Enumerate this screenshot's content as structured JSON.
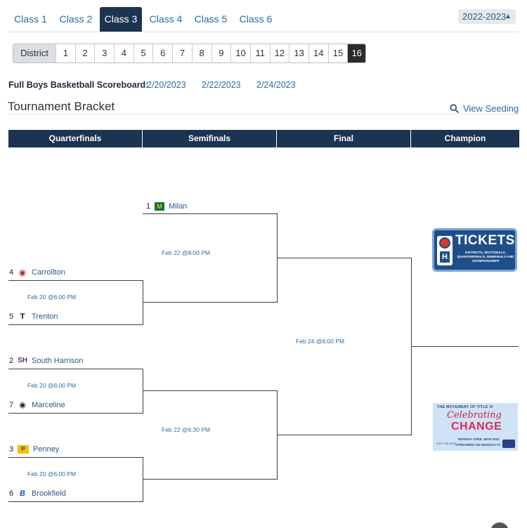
{
  "class_tabs": [
    {
      "label": "Class 1",
      "active": false
    },
    {
      "label": "Class 2",
      "active": false
    },
    {
      "label": "Class 3",
      "active": true
    },
    {
      "label": "Class 4",
      "active": false
    },
    {
      "label": "Class 5",
      "active": false
    },
    {
      "label": "Class 6",
      "active": false
    }
  ],
  "season": {
    "selected": "2022-2023"
  },
  "pager": {
    "district_label": "District",
    "pages": [
      "1",
      "2",
      "3",
      "4",
      "5",
      "6",
      "7",
      "8",
      "9",
      "10",
      "11",
      "12",
      "13",
      "14",
      "15",
      "16"
    ],
    "active_page": "16"
  },
  "scoreboard": {
    "label": "Full Boys Basketball Scoreboard:",
    "dates": [
      "2/20/2023",
      "2/22/2023",
      "2/24/2023"
    ]
  },
  "bracket": {
    "title": "Tournament Bracket",
    "view_seeding": "View Seeding",
    "rounds": [
      "Quarterfinals",
      "Semifinals",
      "Final",
      "Champion"
    ],
    "teams": {
      "milan": {
        "seed": "1",
        "name": "Milan"
      },
      "carrollton": {
        "seed": "4",
        "name": "Carrollton"
      },
      "trenton": {
        "seed": "5",
        "name": "Trenton"
      },
      "south_harrison": {
        "seed": "2",
        "name": "South Harrison"
      },
      "marceline": {
        "seed": "7",
        "name": "Marceline"
      },
      "penney": {
        "seed": "3",
        "name": "Penney"
      },
      "brookfield": {
        "seed": "6",
        "name": "Brookfield"
      }
    },
    "games": {
      "qf1": "Feb 20 @6:00 PM",
      "qf2": "Feb 20 @6:00 PM",
      "qf3": "Feb 20 @6:00 PM",
      "sf1": "Feb 22 @8:00 PM",
      "sf2": "Feb 22 @6:30 PM",
      "final": "Feb 24 @6:00 PM"
    }
  },
  "ads": {
    "tickets": {
      "headline": "TICKETS",
      "sub": "DISTRICTS, SECTIONALS, QUARTERFINALS, SEMIFINALS AND CHAMPIONSHIPS",
      "badge_letter": "H"
    },
    "change": {
      "line1": "THE MOVEMENT OF TITLE IX",
      "line2": "Celebrating",
      "line3": "CHANGE",
      "line4": "MONDAY APRIL 18TH 2022",
      "line5": "STREAMING ON MOHSAA.TV",
      "save": "SAVE THE DATE"
    }
  },
  "colors": {
    "navy": "#1c3352",
    "link": "#2c6aa0"
  }
}
